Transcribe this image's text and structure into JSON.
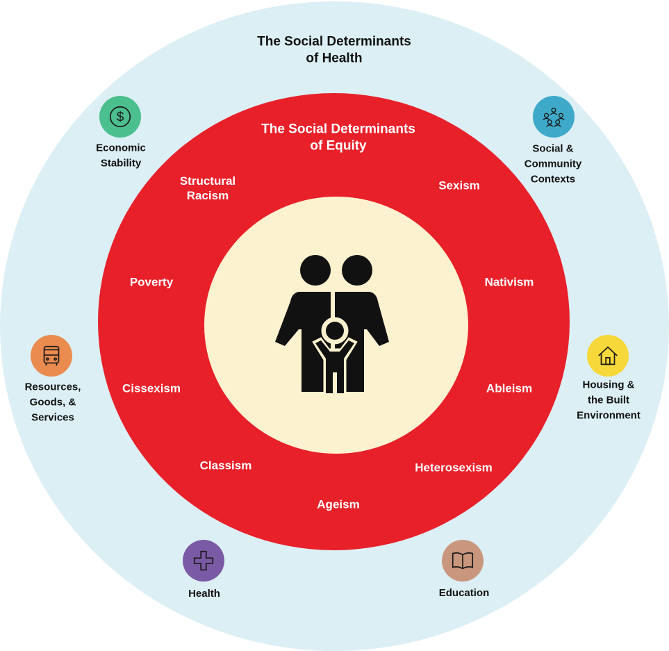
{
  "titles": {
    "outer": "The Social Determinants\nof Health",
    "middle": "The Social Determinants\nof Equity"
  },
  "equity_determinants": [
    "Structural\nRacism",
    "Sexism",
    "Poverty",
    "Nativism",
    "Cissexism",
    "Ableism",
    "Classism",
    "Heterosexism",
    "Ageism"
  ],
  "health_determinants": [
    {
      "label": "Economic\nStability",
      "icon": "dollar-icon",
      "color": "#4cbf8e"
    },
    {
      "label": "Social &\nCommunity\nContexts",
      "icon": "community-icon",
      "color": "#3fa9c9"
    },
    {
      "label": "Resources,\nGoods, &\nServices",
      "icon": "bus-icon",
      "color": "#ea8b4f"
    },
    {
      "label": "Housing &\nthe Built\nEnvironment",
      "icon": "house-icon",
      "color": "#f6d83a"
    },
    {
      "label": "Health",
      "icon": "health-cross-icon",
      "color": "#7b5aa5"
    },
    {
      "label": "Education",
      "icon": "book-icon",
      "color": "#c9977d"
    }
  ],
  "center_icon": "family-icon",
  "colors": {
    "outer_ring": "#dceff4",
    "middle_ring": "#e8202a",
    "inner_circle": "#fdf2cf",
    "icon_stroke": "#1a1a1a"
  }
}
